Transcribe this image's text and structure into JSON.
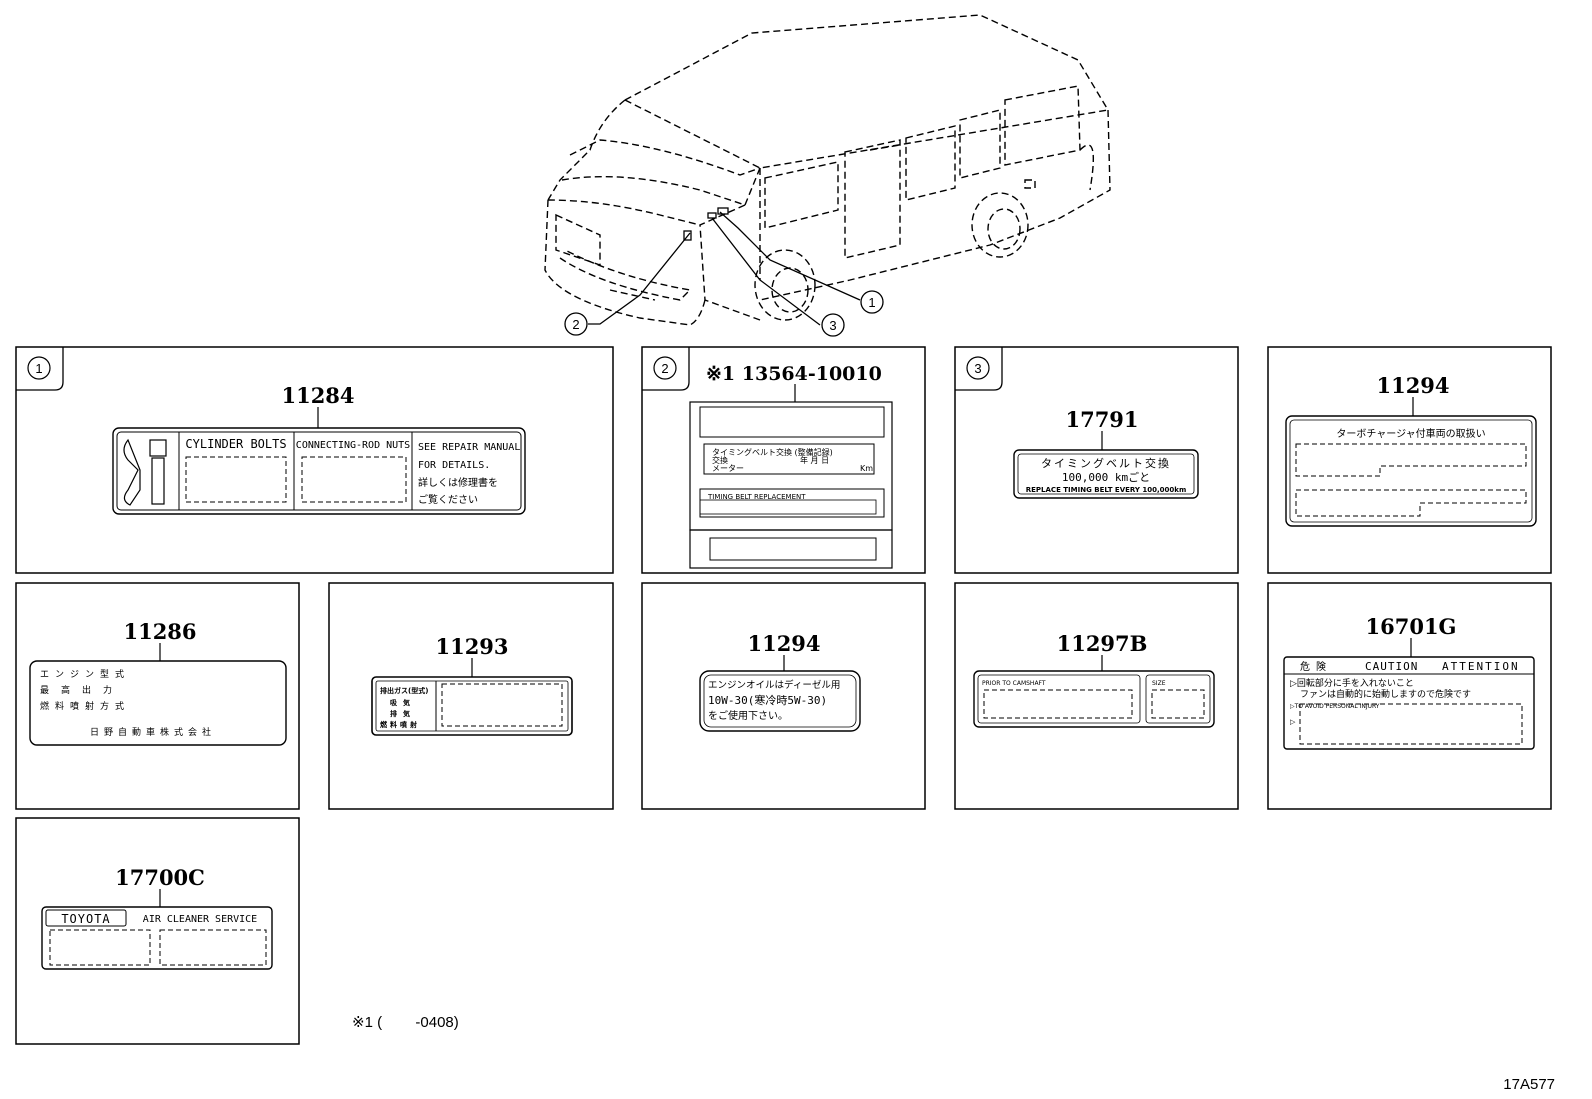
{
  "callouts": [
    "1",
    "2",
    "3"
  ],
  "panels": {
    "p1": {
      "callout": "1",
      "part": "11284",
      "cells": [
        "CYLINDER BOLTS",
        "CONNECTING-ROD NUTS"
      ],
      "note": [
        "SEE REPAIR MANUAL",
        "FOR DETAILS.",
        "詳しくは修理書を",
        "ご覧ください"
      ]
    },
    "p2": {
      "callout": "2",
      "part": "※1 13564-10010",
      "lines": [
        "タイミングベルト交換 (整備記録)",
        "交換",
        "年 月 日",
        "メーター",
        "Km",
        "TIMING BELT REPLACEMENT"
      ]
    },
    "p3": {
      "callout": "3",
      "part": "17791",
      "lines": [
        "タイミングベルト交換",
        "100,000 kmごと",
        "REPLACE TIMING BELT EVERY 100,000km"
      ]
    },
    "p4": {
      "part": "11294",
      "title": "ターボチャージャ付車両の取扱い"
    },
    "p5": {
      "part": "11286",
      "lines": [
        "エンジン型式",
        "最高出力",
        "燃料噴射方式",
        "日野自動車株式会社"
      ]
    },
    "p6": {
      "part": "11293",
      "lines": [
        "排出ガス(型式)",
        "吸気",
        "排気",
        "燃料噴射"
      ]
    },
    "p7": {
      "part": "11294",
      "lines": [
        "エンジンオイルはディーゼル用",
        "10W-30(寒冷時5W-30)",
        "をご使用下さい。"
      ]
    },
    "p8": {
      "part": "11297B",
      "lines": [
        "PRIOR TO CAMSHAFT",
        "SIZE"
      ]
    },
    "p9": {
      "part": "16701G",
      "header": [
        "危険",
        "CAUTION",
        "ATTENTION"
      ],
      "lines": [
        "▷回転部分に手を入れないこと",
        "ファンは自動的に始動しますので危険です",
        "▷TO AVOID PERSONAL INJURY",
        "▷"
      ]
    },
    "p10": {
      "part": "17700C",
      "brand": "TOYOTA",
      "title": "AIR CLEANER SERVICE"
    }
  },
  "footnote": "※1 (        -0408)",
  "diagram_id": "17A577"
}
